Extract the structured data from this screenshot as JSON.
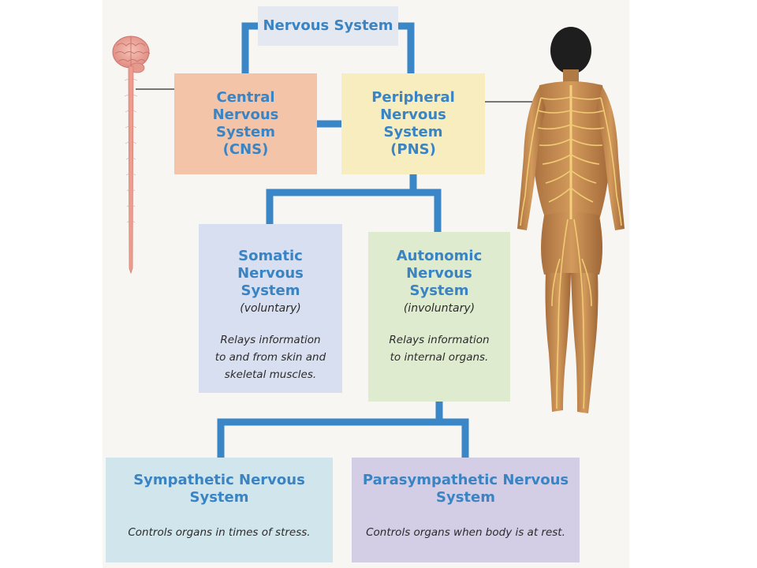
{
  "diagram": {
    "nervous_system": {
      "title": "Nervous System"
    },
    "cns": {
      "title": "Central\nNervous\nSystem\n(CNS)"
    },
    "pns": {
      "title": "Peripheral\nNervous\nSystem\n(PNS)"
    },
    "somatic": {
      "title": "Somatic\nNervous\nSystem",
      "subtitle": "(voluntary)",
      "description": "Relays information\nto and from skin and\nskeletal muscles."
    },
    "autonomic": {
      "title": "Autonomic\nNervous\nSystem",
      "subtitle": "(involuntary)",
      "description": "Relays information\nto internal organs."
    },
    "sympathetic": {
      "title": "Sympathetic Nervous\nSystem",
      "description": "Controls organs in times of stress."
    },
    "parasympathetic": {
      "title": "Parasympathetic Nervous\nSystem",
      "description": "Controls organs when body is at rest."
    }
  },
  "colors": {
    "connector": "#3b86c6",
    "title_text": "#3a84c4",
    "box_nervous_system": "#e4e8f0",
    "box_cns": "#f4c4a8",
    "box_pns": "#f8edbf",
    "box_somatic": "#d8dff0",
    "box_autonomic": "#dfebcf",
    "box_sympathetic": "#d1e6ec",
    "box_parasympathetic": "#d3cde6"
  },
  "illustrations": {
    "brain_spinal_cord": "brain-spinal-cord-illustration",
    "human_body": "human-body-nerves-illustration"
  }
}
